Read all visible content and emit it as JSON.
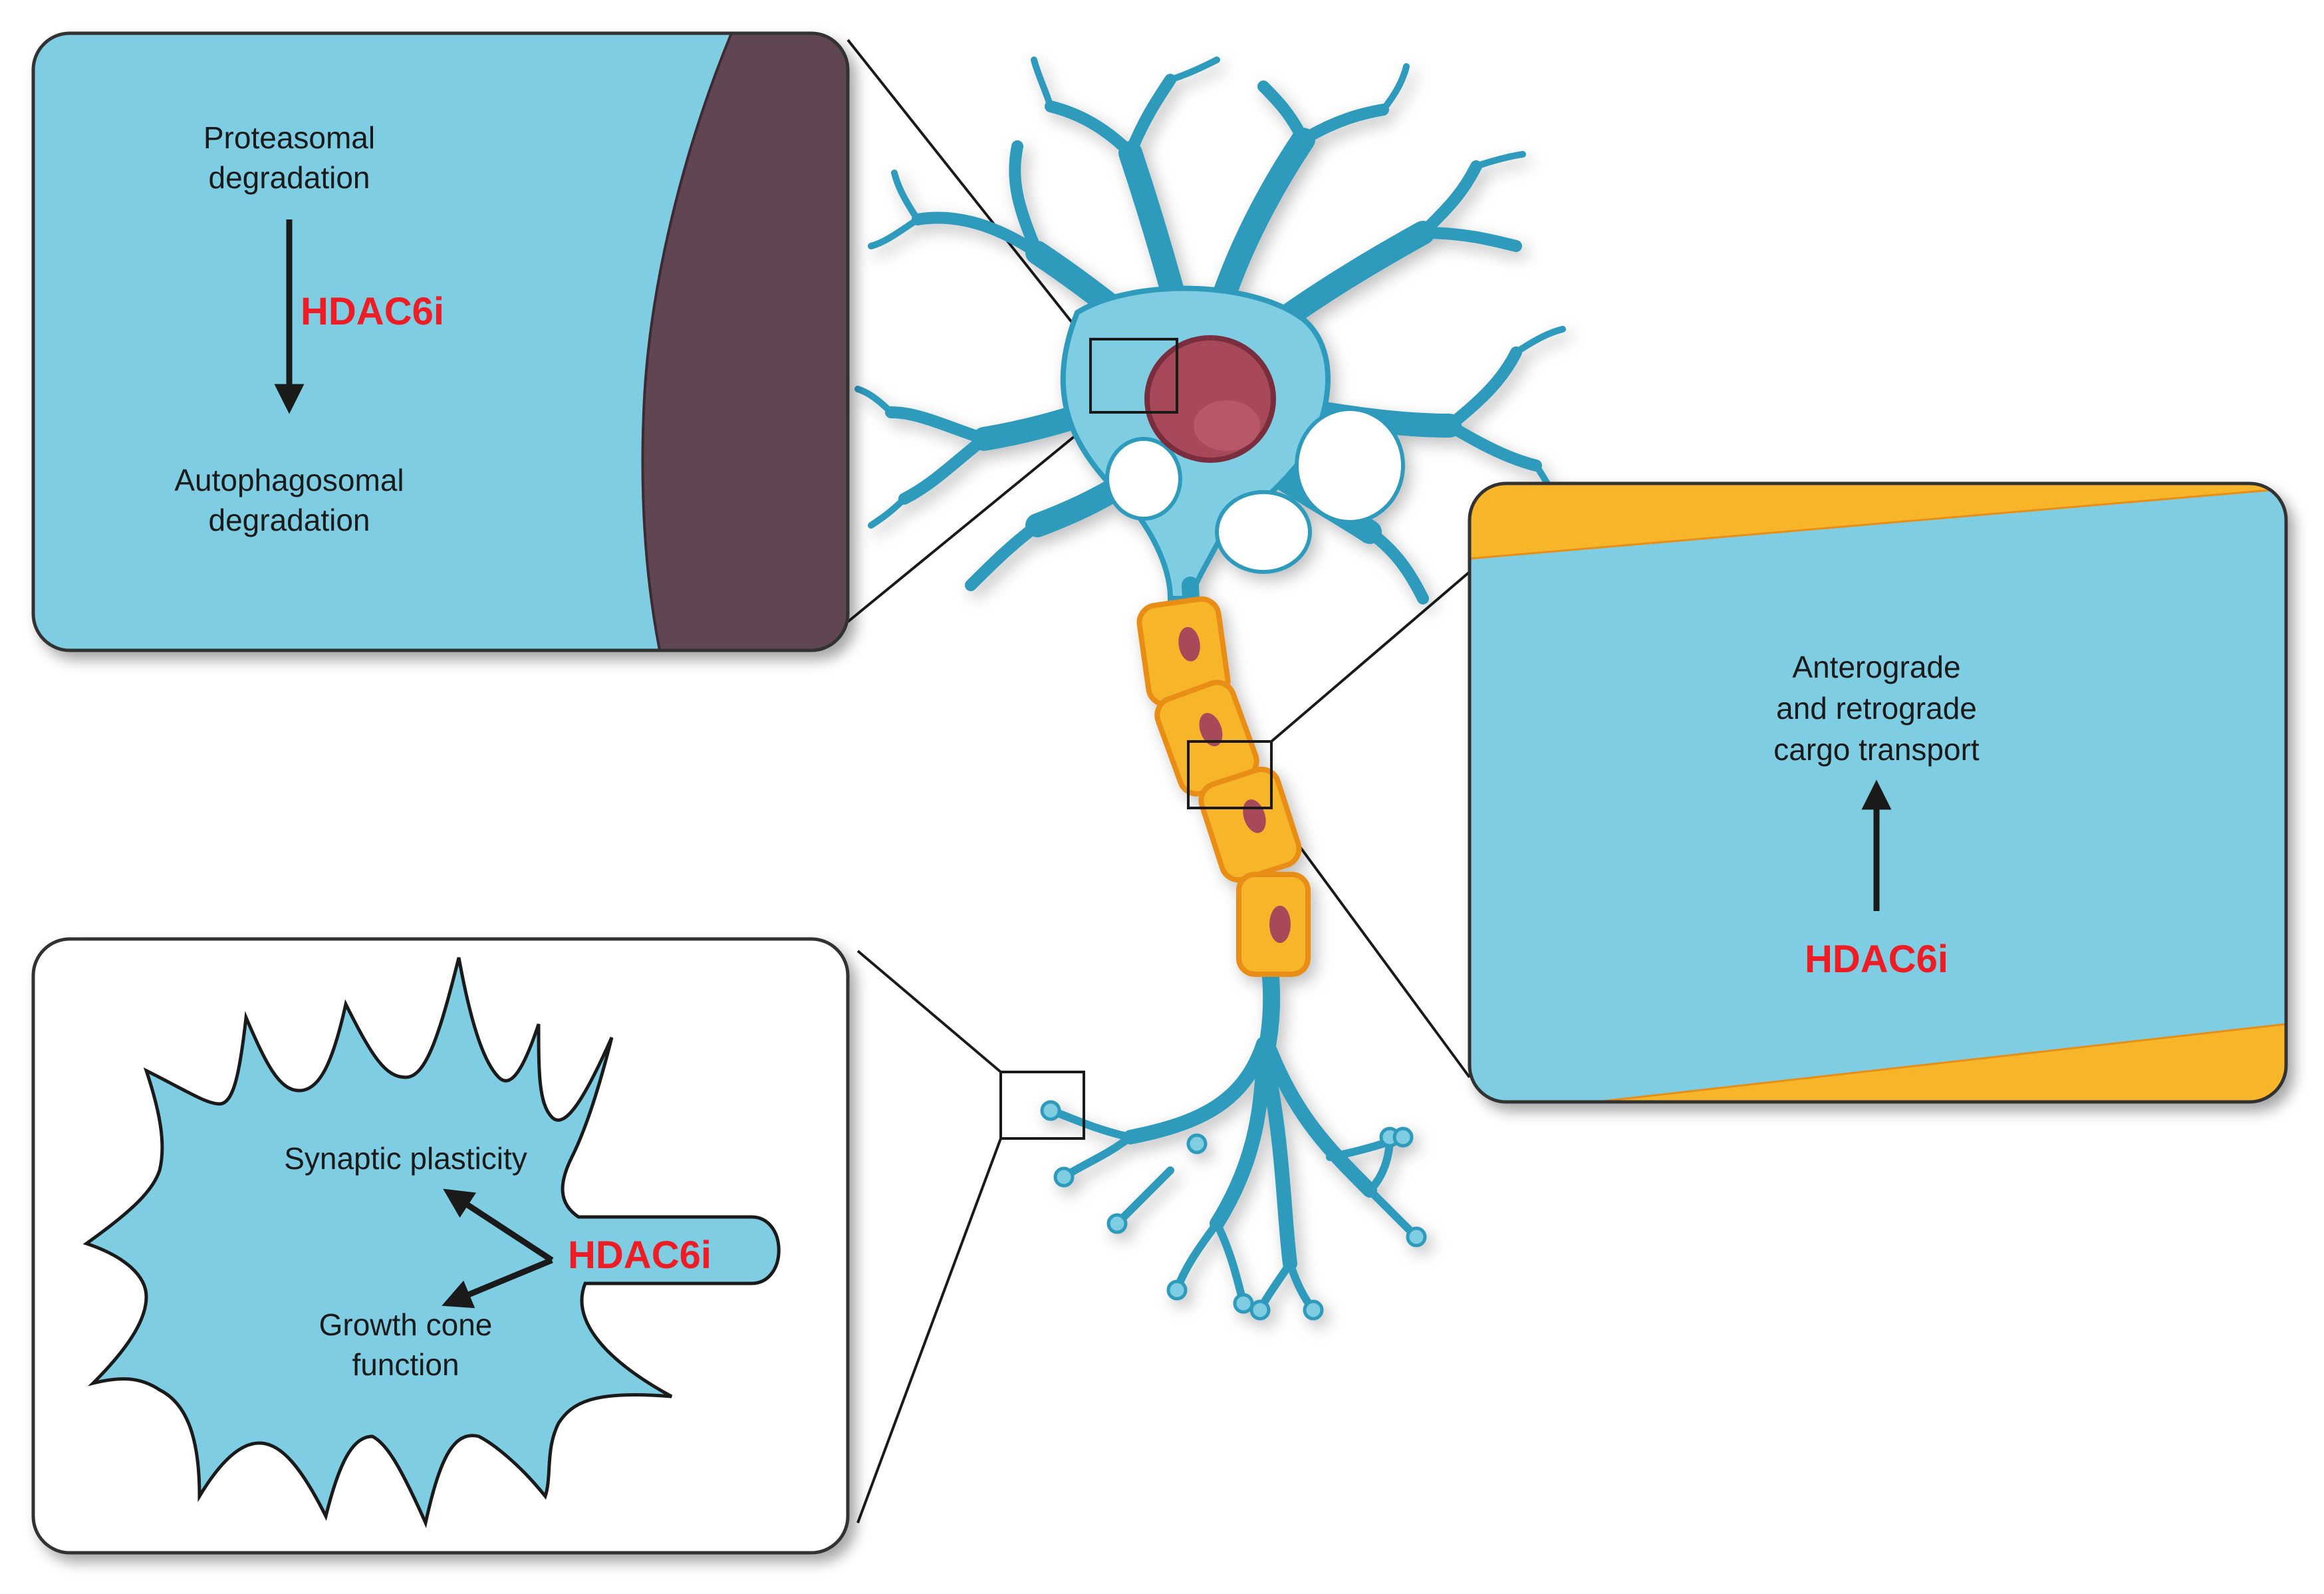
{
  "colors": {
    "cytoplasm": "#7fcde3",
    "neuron_outline": "#2f9bbd",
    "nucleus_panel": "#614453",
    "nucleus": "#a84a5a",
    "myelin": "#f7b52a",
    "myelin_dark": "#e88e12",
    "panel_border": "#333333",
    "hdac_red": "#ee1c24",
    "arrow": "#1a1a1a"
  },
  "panel_top_left": {
    "top_label_line1": "Proteasomal",
    "top_label_line2": "degradation",
    "hdac_label": "HDAC6i",
    "bottom_label_line1": "Autophagosomal",
    "bottom_label_line2": "degradation",
    "arrow_direction": "down"
  },
  "panel_right": {
    "label_line1": "Anterograde",
    "label_line2": "and retrograde",
    "label_line3": "cargo transport",
    "hdac_label": "HDAC6i",
    "arrow_direction": "up"
  },
  "panel_bottom_left": {
    "label_top": "Synaptic plasticity",
    "label_bottom_line1": "Growth cone",
    "label_bottom_line2": "function",
    "hdac_label": "HDAC6i"
  }
}
